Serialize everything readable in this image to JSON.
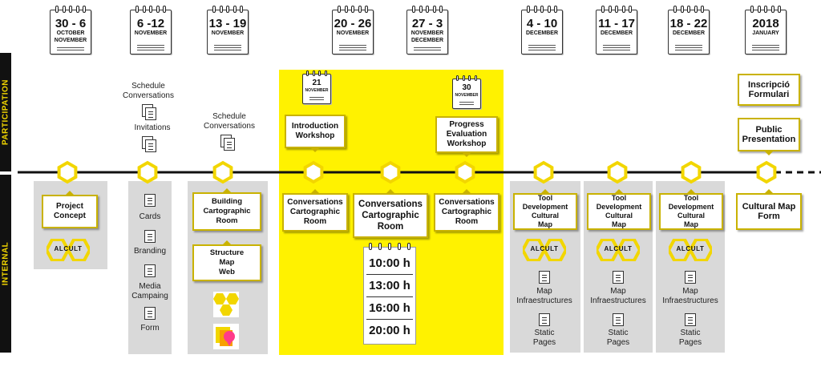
{
  "side_labels": {
    "participation": "PARTICIPATION",
    "internal": "INTERNAL"
  },
  "calendars": [
    {
      "days": "30 - 6",
      "months": [
        "OCTOBER",
        "NOVEMBER"
      ]
    },
    {
      "days": "6 -12",
      "months": [
        "NOVEMBER"
      ]
    },
    {
      "days": "13 - 19",
      "months": [
        "NOVEMBER"
      ]
    },
    {
      "days": "20 - 26",
      "months": [
        "NOVEMBER"
      ]
    },
    {
      "days": "27 - 3",
      "months": [
        "NOVEMBER",
        "DECEMBER"
      ]
    },
    {
      "days": "4 - 10",
      "months": [
        "DECEMBER"
      ]
    },
    {
      "days": "11 - 17",
      "months": [
        "DECEMBER"
      ]
    },
    {
      "days": "18 - 22",
      "months": [
        "DECEMBER"
      ]
    },
    {
      "days": "2018",
      "months": [
        "JANUARY"
      ]
    }
  ],
  "small_calendars": [
    {
      "days": "21",
      "months": [
        "NOVEMBER"
      ]
    },
    {
      "days": "30",
      "months": [
        "NOVEMBER"
      ]
    }
  ],
  "participation": {
    "schedule_1": "Schedule\nConversations",
    "invitations": "Invitations",
    "schedule_2": "Schedule\nConversations",
    "intro_workshop": "Introduction\nWorkshop",
    "progress_workshop": "Progress\nEvaluation\nWorkshop",
    "inscripcio": "Inscripció\nFormulari",
    "public_presentation": "Public\nPresentation"
  },
  "internal": {
    "project_concept": "Project\nConcept",
    "cards": "Cards",
    "branding": "Branding",
    "media": "Media\nCampaing",
    "form": "Form",
    "building_room": "Building\nCartographic\nRoom",
    "structure_map": "Structure\nMap\nWeb",
    "conv_1": "Conversations\nCartographic\nRoom",
    "conv_2": "Conversations\nCartographic\nRoom",
    "conv_3": "Conversations\nCartographic\nRoom",
    "tool_dev": "Tool Development\nCultural\nMap",
    "map_infra": "Map\nInfraestructures",
    "static_pages": "Static\nPages",
    "cultural_map_form": "Cultural Map\nForm"
  },
  "times": [
    "10:00 h",
    "13:00 h",
    "16:00 h",
    "20:00 h"
  ],
  "logo_text": "ALCULT",
  "colors": {
    "accent": "#fff200",
    "border": "#c9b200",
    "panel": "#d9d9d9",
    "line": "#111111"
  }
}
